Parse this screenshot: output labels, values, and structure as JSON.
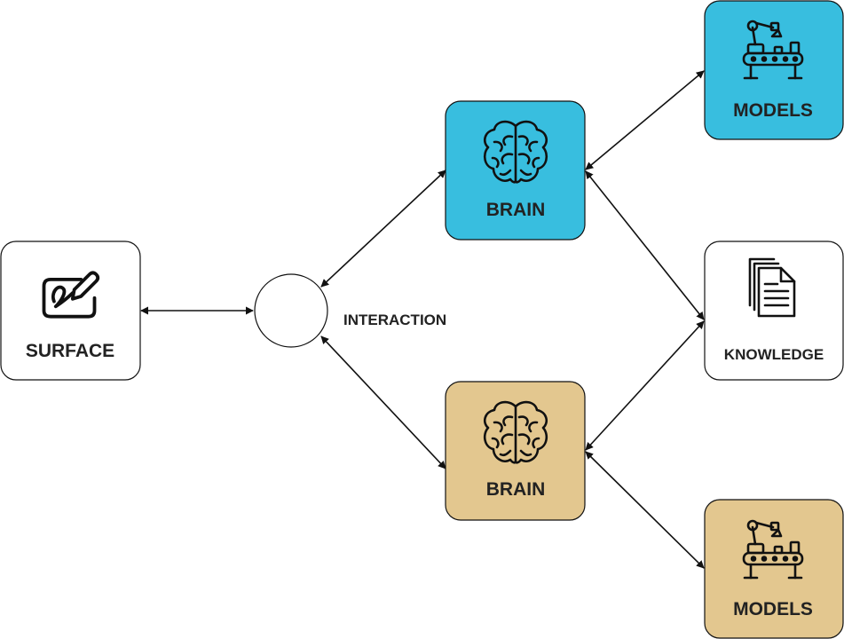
{
  "colors": {
    "brain_top_fill": "#38BEDF",
    "brain_bottom_fill": "#E3C78F",
    "models_top_fill": "#38BEDF",
    "models_bottom_fill": "#E3C78F",
    "plain_fill": "#FFFFFF",
    "stroke": "#111111",
    "text": "#222222"
  },
  "nodes": {
    "surface": {
      "label": "SURFACE",
      "icon": "drawing-tablet-icon"
    },
    "interaction": {
      "label": "INTERACTION"
    },
    "brain_top": {
      "label": "BRAIN",
      "icon": "brain-icon"
    },
    "brain_bottom": {
      "label": "BRAIN",
      "icon": "brain-icon"
    },
    "models_top": {
      "label": "MODELS",
      "icon": "assembly-line-robot-icon"
    },
    "models_bottom": {
      "label": "MODELS",
      "icon": "assembly-line-robot-icon"
    },
    "knowledge": {
      "label": "KNOWLEDGE",
      "icon": "documents-icon"
    }
  },
  "connectors": [
    {
      "from": "surface",
      "to": "interaction",
      "arrows": "both"
    },
    {
      "from": "interaction",
      "to": "brain_top",
      "arrows": "both"
    },
    {
      "from": "interaction",
      "to": "brain_bottom",
      "arrows": "both"
    },
    {
      "from": "brain_top",
      "to": "models_top",
      "arrows": "both"
    },
    {
      "from": "brain_top",
      "to": "knowledge",
      "arrows": "both"
    },
    {
      "from": "brain_bottom",
      "to": "knowledge",
      "arrows": "both"
    },
    {
      "from": "brain_bottom",
      "to": "models_bottom",
      "arrows": "both"
    }
  ]
}
